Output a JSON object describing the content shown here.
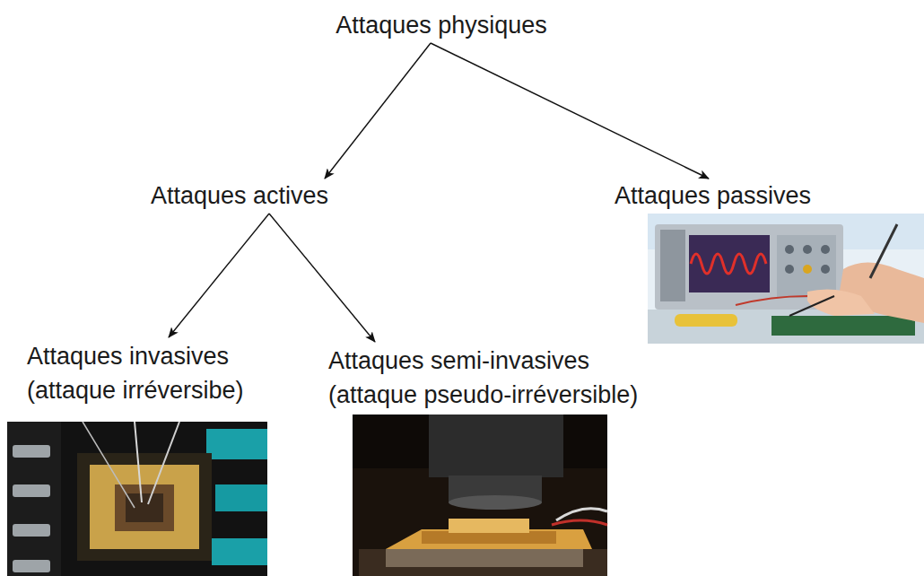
{
  "diagram": {
    "nodes": [
      {
        "text": [
          "Attaques physiques"
        ]
      },
      {
        "text": [
          "Attaques actives"
        ]
      },
      {
        "text": [
          "Attaques passives"
        ]
      },
      {
        "text": [
          "Attaques invasives",
          "(attaque irréversibe)"
        ]
      },
      {
        "text": [
          "Attaques semi-invasives",
          "(attaque pseudo-irréversible)"
        ]
      }
    ],
    "edges": [
      {
        "from": 0,
        "to": 1,
        "arrow": "to"
      },
      {
        "from": 0,
        "to": 2,
        "arrow": "to"
      },
      {
        "from": 1,
        "to": 3,
        "arrow": "to"
      },
      {
        "from": 1,
        "to": 4,
        "arrow": "to"
      }
    ]
  }
}
